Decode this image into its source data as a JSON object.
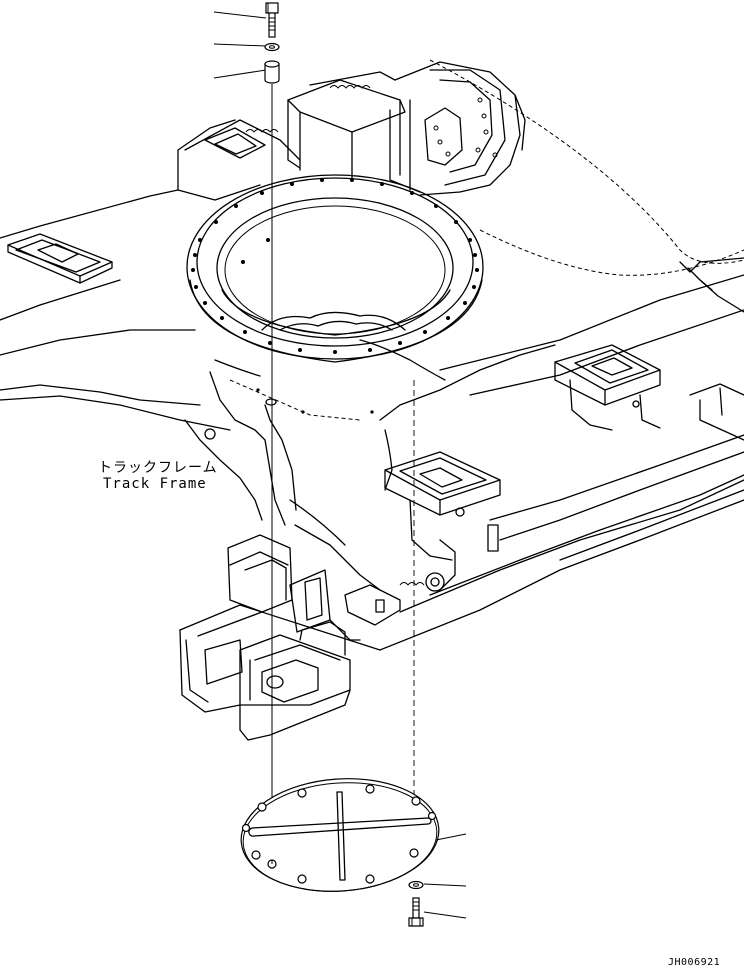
{
  "labels": {
    "track_frame_jp": "トラックフレーム",
    "track_frame_en": "Track Frame"
  },
  "document_id": "JH006921"
}
